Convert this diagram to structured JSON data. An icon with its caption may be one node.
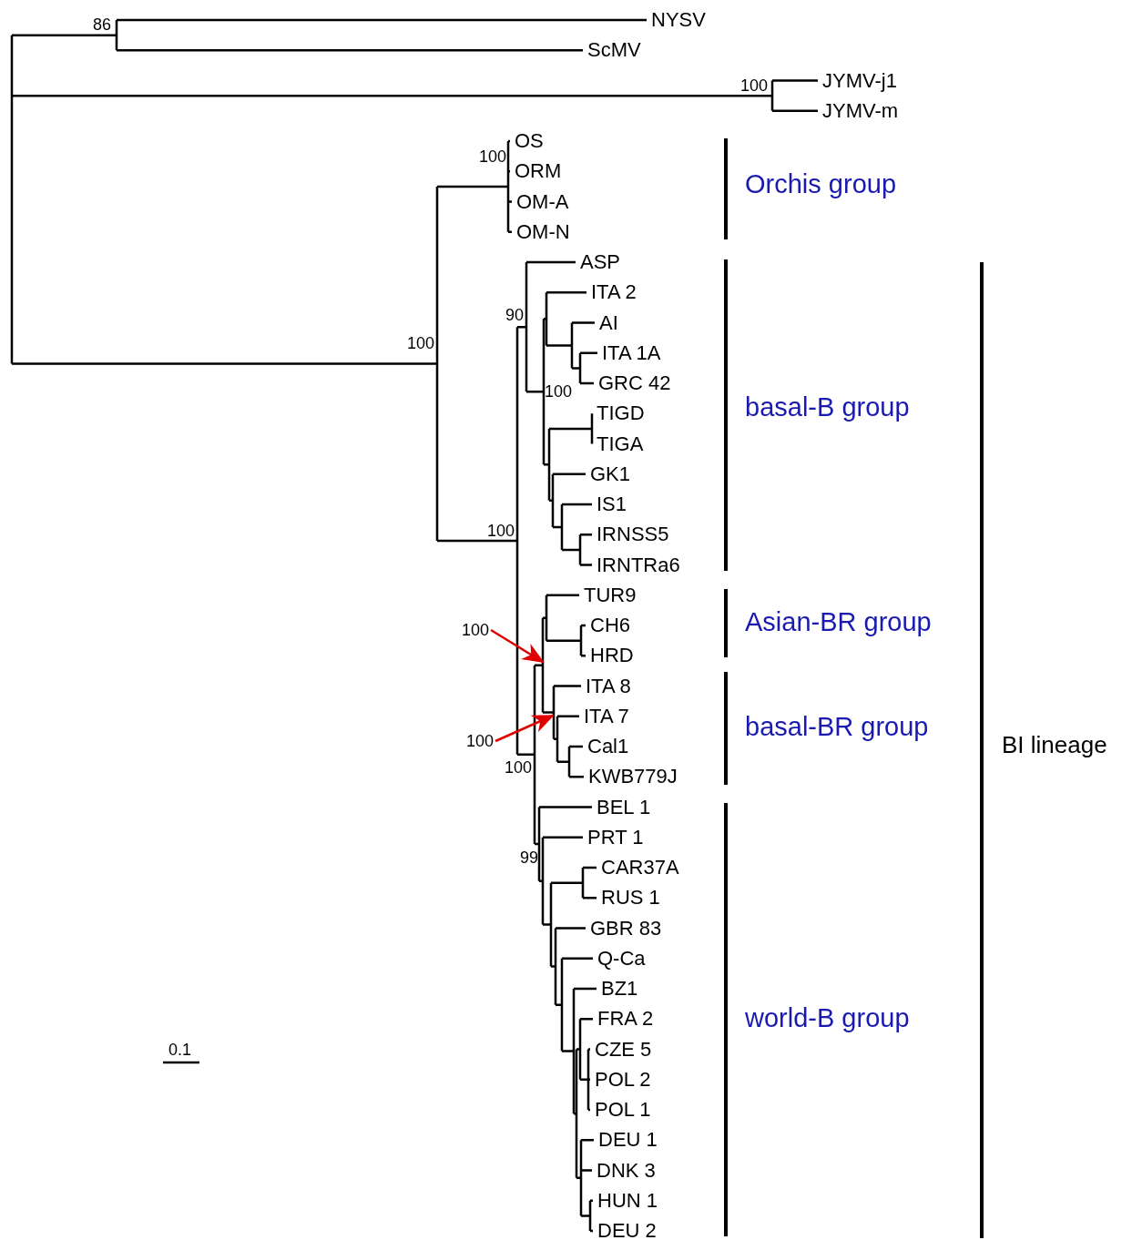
{
  "diagram": {
    "nodes": [
      {
        "text": [
          "100"
        ]
      },
      {
        "text": [
          "100"
        ]
      }
    ],
    "edges": [
      {
        "from": 0,
        "to": null,
        "arrow": "to"
      },
      {
        "from": 1,
        "to": null,
        "arrow": "to"
      }
    ],
    "labels": [
      "NYSV",
      "ScMV",
      "JYMV-j1",
      "JYMV-m",
      "OS",
      "ORM",
      "OM-A",
      "OM-N",
      "ASP",
      "ITA 2",
      "AI",
      "ITA 1A",
      "GRC 42",
      "TIGD",
      "TIGA",
      "GK1",
      "IS1",
      "IRNSS5",
      "IRNTRa6",
      "TUR9",
      "CH6",
      "HRD",
      "ITA 8",
      "ITA 7",
      "Cal1",
      "KWB779J",
      "BEL 1",
      "PRT 1",
      "CAR37A",
      "RUS 1",
      "GBR 83",
      "Q-Ca",
      "BZ1",
      "FRA 2",
      "CZE 5",
      "POL 2",
      "POL 1",
      "DEU 1",
      "DNK 3",
      "HUN 1",
      "DEU 2",
      "86",
      "100",
      "100",
      "100",
      "90",
      "100",
      "100",
      "100",
      "99",
      "Orchis group",
      "basal-B group",
      "Asian-BR group",
      "basal-BR group",
      "world-B group",
      "BI lineage",
      "0.1"
    ]
  }
}
